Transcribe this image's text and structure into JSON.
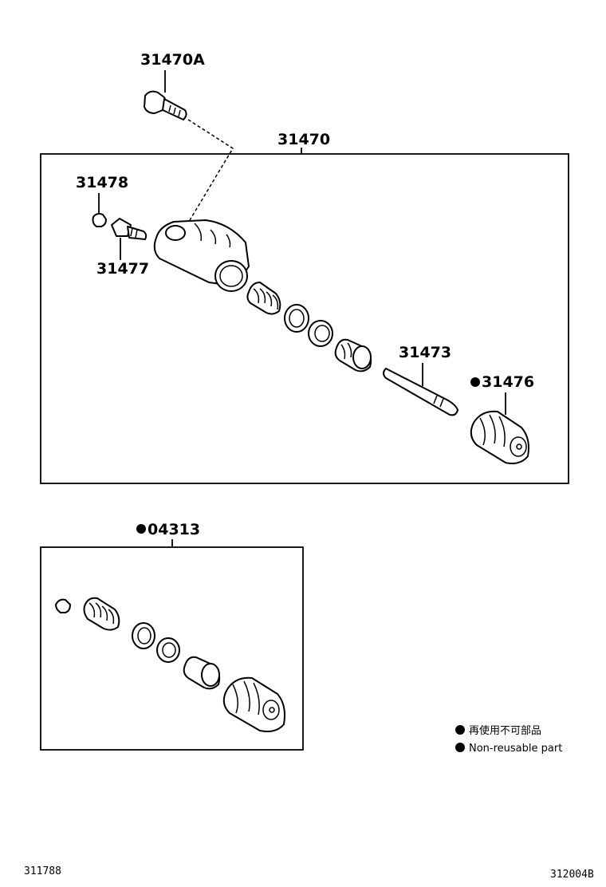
{
  "labels": {
    "bolt": "31470A",
    "assembly": "31470",
    "bleeder_cap": "31478",
    "bleeder_plug": "31477",
    "push_rod": "31473",
    "boot": "31476",
    "kit": "04313"
  },
  "legend": {
    "jp": "再使用不可部品",
    "en": "Non-reusable part"
  },
  "footer": {
    "left_code": "311788",
    "right_code": "312004B"
  }
}
